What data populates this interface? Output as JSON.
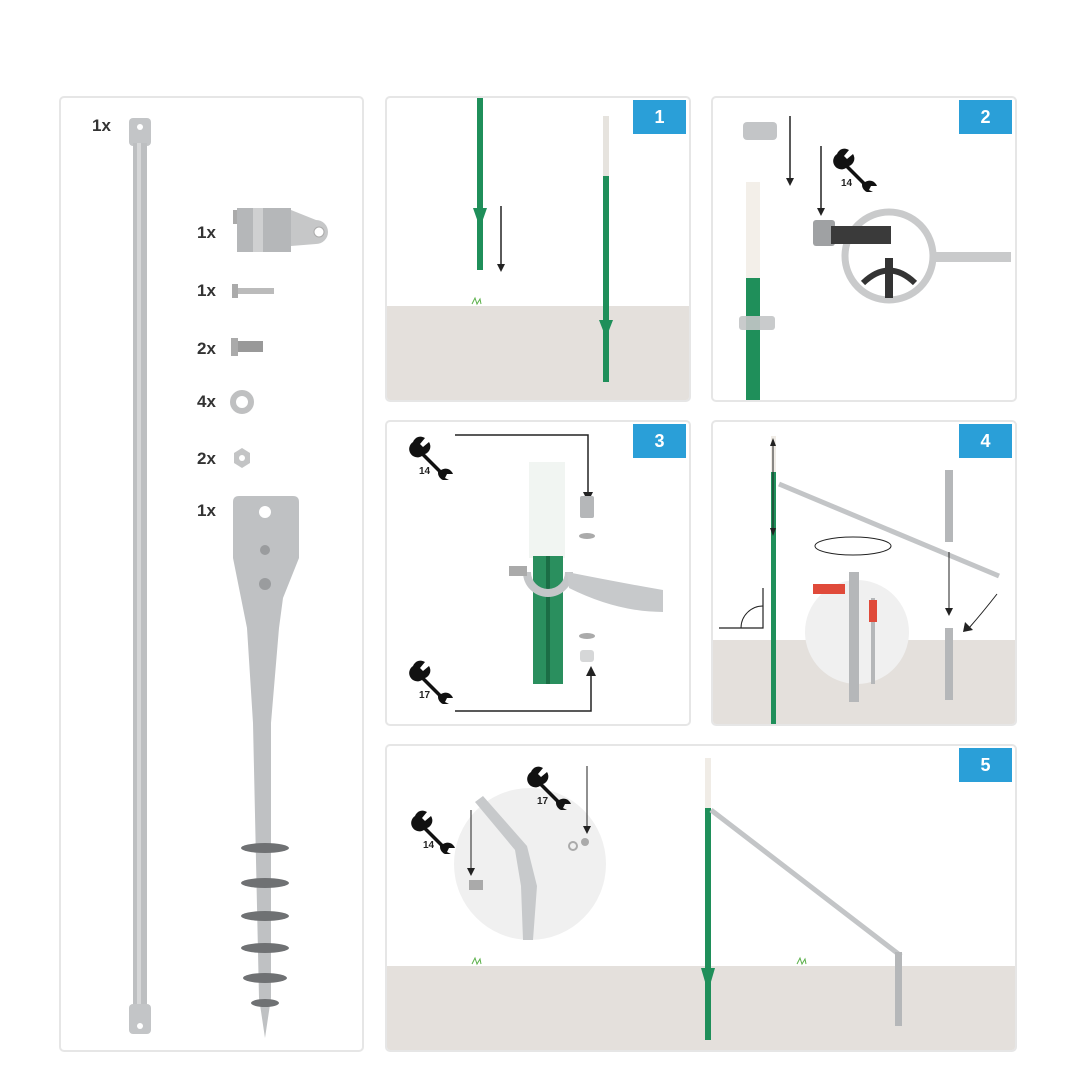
{
  "parts": [
    {
      "qty": "1x",
      "name": "brace-rod"
    },
    {
      "qty": "1x",
      "name": "post-clamp"
    },
    {
      "qty": "1x",
      "name": "long-bolt"
    },
    {
      "qty": "2x",
      "name": "short-bolt"
    },
    {
      "qty": "4x",
      "name": "washer"
    },
    {
      "qty": "2x",
      "name": "hex-nut"
    },
    {
      "qty": "1x",
      "name": "ground-screw-anchor"
    }
  ],
  "steps": [
    {
      "number": "1"
    },
    {
      "number": "2",
      "wrench": "14"
    },
    {
      "number": "3",
      "wrenches": [
        "14",
        "17"
      ]
    },
    {
      "number": "4"
    },
    {
      "number": "5",
      "wrenches": [
        "14",
        "17"
      ]
    }
  ],
  "colors": {
    "badge": "#2a9fd8",
    "post": "#1f8f5a",
    "ground": "#e4e0dc",
    "metal": "#b9bcbf"
  }
}
